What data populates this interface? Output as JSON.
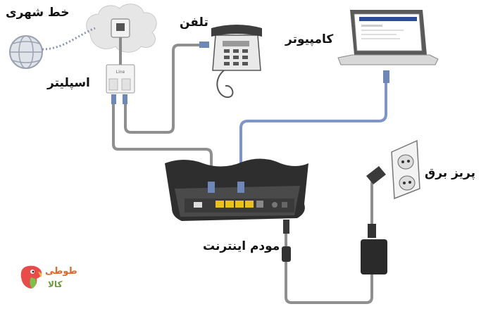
{
  "labels": {
    "city_line": "خط شهری",
    "telephone": "تلفن",
    "computer": "کامپیوتر",
    "splitter": "اسپلیتر",
    "power_outlet": "پریز برق",
    "modem": "مودم اینترنت"
  },
  "logo": {
    "name": "طوطی",
    "subtitle": "کالا"
  },
  "icons": [
    "globe-icon",
    "cloud-icon",
    "wall-jack-icon",
    "splitter-icon",
    "telephone-icon",
    "laptop-icon",
    "modem-icon",
    "power-outlet-icon",
    "power-adapter-icon",
    "parrot-logo-icon"
  ],
  "colors": {
    "gray_cable": "#8a8a8a",
    "blue_cable": "#7f95c9",
    "modem_body": "#3a3a3a",
    "lan_ports": "#e8c21a"
  }
}
